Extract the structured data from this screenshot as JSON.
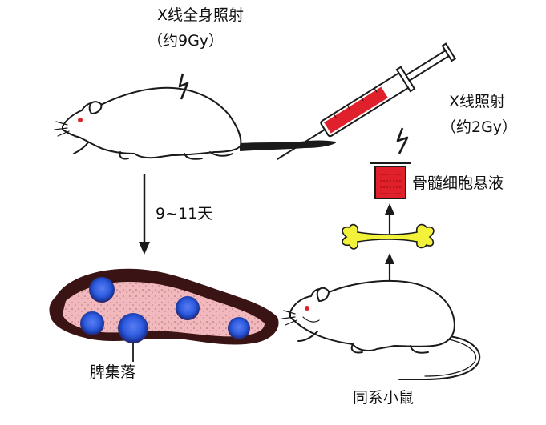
{
  "labels": {
    "irradiation_whole_body": "X线全身照射",
    "dose_9gy": "（约9Gy）",
    "irradiation": "X线照射",
    "dose_2gy": "（约2Gy）",
    "bone_marrow_suspension": "骨髓细胞悬液",
    "days": "9~11天",
    "spleen_colonies": "脾集落",
    "syngeneic_mouse": "同系小鼠"
  },
  "colors": {
    "outline": "#1a1a1a",
    "blood_red": "#e0202a",
    "bone_yellow": "#f2f23a",
    "colony_blue": "#2f5de0",
    "spleen_pink": "#f1b9bd",
    "spleen_dark": "#3a1414"
  },
  "icons": [
    "lightning-bolt-icon",
    "syringe-icon",
    "beaker-icon",
    "bone-icon",
    "mouse-icon",
    "spleen-icon",
    "arrow-icon"
  ]
}
